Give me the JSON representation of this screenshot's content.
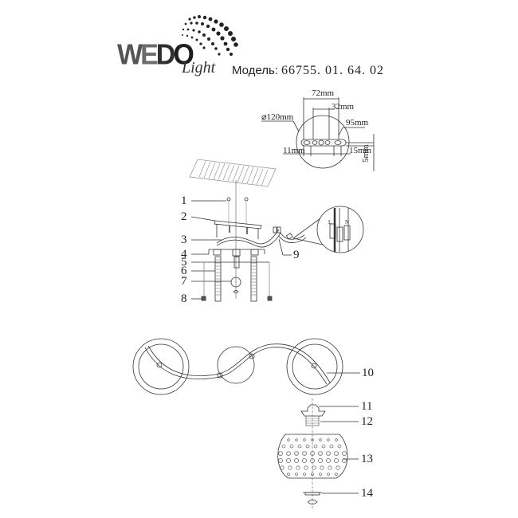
{
  "header": {
    "brand": {
      "letters": [
        "W",
        "E",
        "D",
        "O"
      ],
      "script": "Light"
    },
    "model_label": "Модель:",
    "model_number": "66755. 01. 64. 02"
  },
  "mounting_detail": {
    "dimensions": {
      "d120": "⌀120mm",
      "d72": "72mm",
      "d32": "32mm",
      "d95": "95mm",
      "d11": "11mm",
      "d15": "15mm",
      "d5": "5mm"
    }
  },
  "wiring_detail": {
    "terminal_labels": [
      "L",
      "N"
    ]
  },
  "callouts": [
    "1",
    "2",
    "3",
    "4",
    "5",
    "6",
    "7",
    "8",
    "9",
    "10",
    "11",
    "12",
    "13",
    "14"
  ],
  "colors": {
    "line": "#333333",
    "background": "#ffffff"
  }
}
